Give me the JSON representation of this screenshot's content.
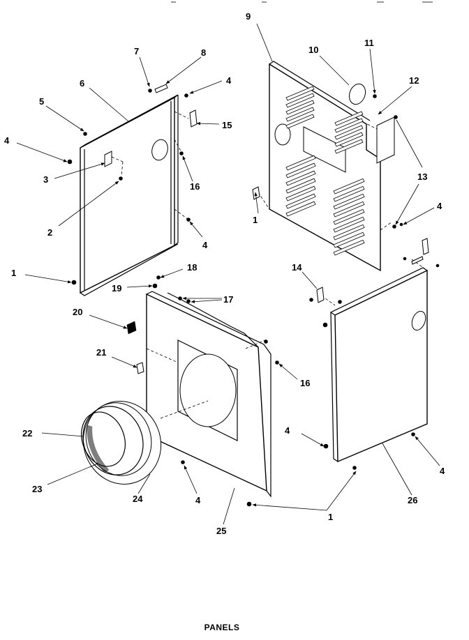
{
  "diagram": {
    "caption": "PANELS",
    "callouts": [
      "1",
      "2",
      "3",
      "4",
      "5",
      "6",
      "7",
      "8",
      "9",
      "10",
      "11",
      "12",
      "13",
      "14",
      "15",
      "16",
      "17",
      "18",
      "19",
      "20",
      "21",
      "22",
      "23",
      "24",
      "25",
      "26"
    ]
  }
}
